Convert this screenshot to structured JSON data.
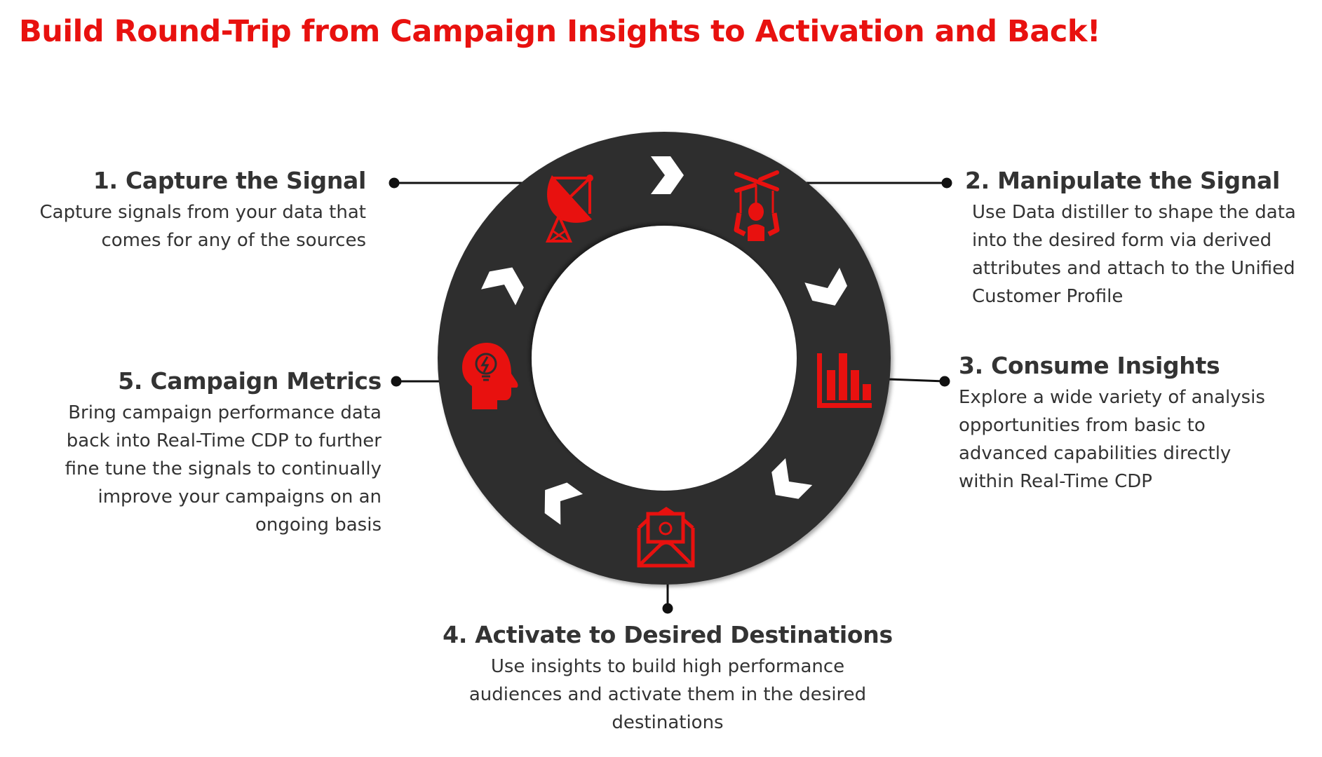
{
  "title": "Build Round-Trip from Campaign Insights to Activation and Back!",
  "steps": [
    {
      "heading": "1. Capture the Signal",
      "lines": [
        "Capture signals from your data that",
        "comes for any of the sources"
      ],
      "icon": "satellite-dish-icon"
    },
    {
      "heading": "2. Manipulate the Signal",
      "lines": [
        "Use Data distiller to shape the data",
        "into the desired form via derived",
        "attributes and attach to the Unified",
        "Customer Profile"
      ],
      "icon": "puppet-icon"
    },
    {
      "heading": "3. Consume Insights",
      "lines": [
        "Explore a wide variety of analysis",
        "opportunities from basic to",
        "advanced capabilities directly",
        "within Real-Time CDP"
      ],
      "icon": "bar-chart-icon"
    },
    {
      "heading": "4. Activate to Desired Destinations",
      "lines": [
        "Use insights to build high performance",
        "audiences and activate them in the desired",
        "destinations"
      ],
      "icon": "email-icon"
    },
    {
      "heading": "5. Campaign Metrics",
      "lines": [
        "Bring campaign performance data",
        "back into Real-Time CDP to further",
        "fine tune the signals to continually",
        "improve your campaigns on an",
        "ongoing basis"
      ],
      "icon": "head-lightbulb-icon"
    }
  ],
  "colors": {
    "accent": "#e8110f",
    "ring": "#2d2d2d",
    "text": "#333333"
  }
}
